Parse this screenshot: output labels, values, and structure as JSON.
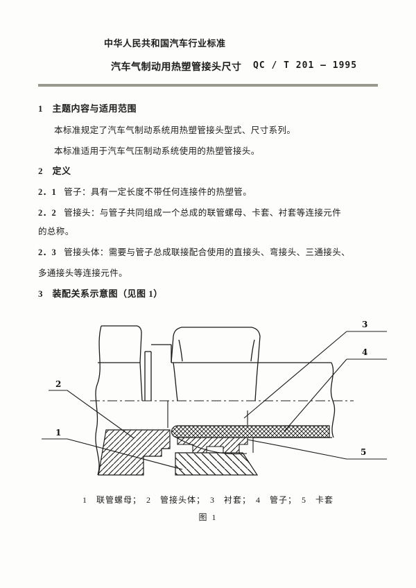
{
  "header": {
    "line1": "中华人民共和国汽车行业标准",
    "doc_title": "汽车气制动用热塑管接头尺寸",
    "std_code": "QC / T 201 — 1995"
  },
  "body": {
    "h1": "1　主题内容与适用范围",
    "p1": "本标准规定了汽车气制动系统用热塑管接头型式、尺寸系列。",
    "p2": "本标准适用于汽车气压制动系统使用的热塑管接头。",
    "h2": "2　定义",
    "d21": {
      "num": "2．1",
      "text": "管子：具有一定长度不带任何连接件的热塑管。"
    },
    "d22": {
      "num": "2．2",
      "text": "管接头：与管子共同组成一个总成的联管螺母、卡套、衬套等连接元件",
      "cont": "的总称。"
    },
    "d23": {
      "num": "2．3",
      "text": "管接头体：需要与管子总成联接配合使用的直接头、弯接头、三通接头、",
      "cont": "多通接头等连接元件。"
    },
    "h3": "3　装配关系示意图（见图 1）"
  },
  "figure": {
    "callouts": [
      "1",
      "2",
      "3",
      "4",
      "5"
    ],
    "caption": "1　联管螺母；　2　管接头体；　3　衬套；　4　管子；　5　卡套",
    "fig_label": "图 1"
  },
  "colors": {
    "rule": "#9b998d",
    "ink": "#1a1a1a"
  }
}
